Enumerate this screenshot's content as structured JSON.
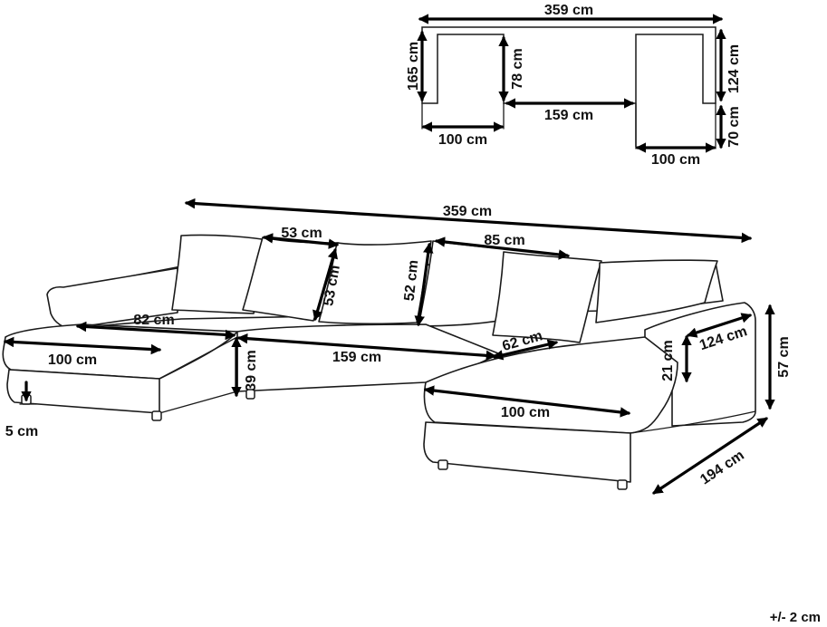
{
  "colors": {
    "line": "#1a1a1a",
    "dimension": "#000000",
    "background": "#ffffff"
  },
  "plan": {
    "total_width": "359 cm",
    "left_depth": "165 cm",
    "inner_depth": "78 cm",
    "right_back_depth": "124 cm",
    "right_extension": "70 cm",
    "middle_width": "159 cm",
    "left_chaise_width": "100 cm",
    "right_chaise_width": "100 cm"
  },
  "sofa": {
    "total_width": "359 cm",
    "cushion_width_a": "53 cm",
    "cushion_height_a": "53 cm",
    "cushion_height_b": "52 cm",
    "cushion_width_b": "85 cm",
    "seat_depth_left": "82 cm",
    "left_chaise_width": "100 cm",
    "leg_height": "5 cm",
    "middle_seat_width": "159 cm",
    "seat_height": "39 cm",
    "backrest_depth": "62 cm",
    "right_chaise_width": "100 cm",
    "arm_height": "21 cm",
    "arm_depth": "124 cm",
    "total_height": "57 cm",
    "chaise_length": "194 cm"
  },
  "tolerance": "+/- 2 cm"
}
